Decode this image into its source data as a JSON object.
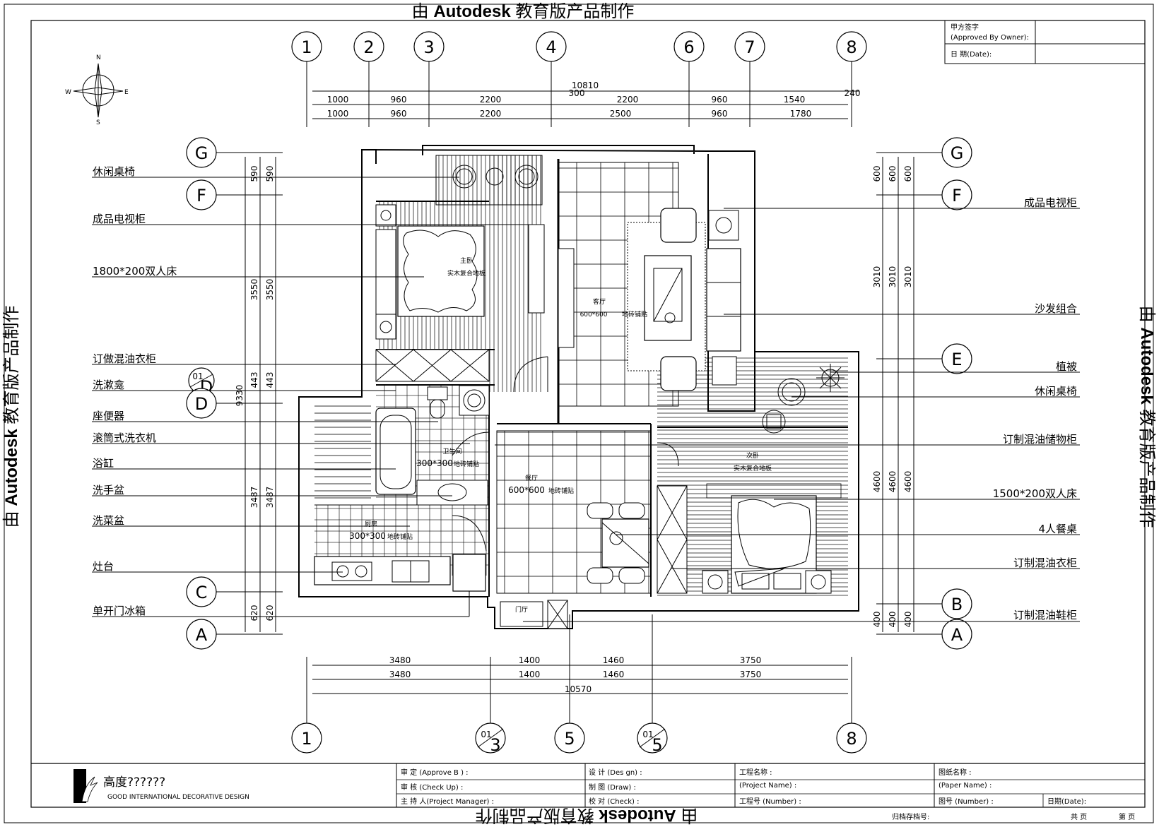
{
  "watermark": {
    "text_pre": "由 ",
    "brand": "Autodesk",
    "text_post": " 教育版产品制作"
  },
  "compass": {
    "n": "N",
    "s": "S",
    "e": "E",
    "w": "W"
  },
  "grid_top": [
    "1",
    "2",
    "3",
    "4",
    "6",
    "7",
    "8"
  ],
  "grid_bottom": [
    "1",
    "01",
    "3",
    "5",
    "01",
    "5",
    "8"
  ],
  "grid_left": [
    "G",
    "F",
    "01",
    "D",
    "D",
    "C",
    "A"
  ],
  "grid_right": [
    "G",
    "F",
    "E",
    "B",
    "A"
  ],
  "dims_top": {
    "overall": "10810",
    "row1": [
      "1000",
      "960",
      "2200",
      "300",
      "2200",
      "960",
      "1540",
      "240"
    ],
    "row2": [
      "1000",
      "960",
      "2200",
      "2500",
      "960",
      "1780"
    ]
  },
  "dims_bottom": {
    "row1": [
      "3480",
      "1400",
      "1460",
      "3750"
    ],
    "row2": [
      "3480",
      "1400",
      "1460",
      "3750"
    ],
    "overall": "10570"
  },
  "dims_left": [
    "590",
    "590",
    "3550",
    "3550",
    "9330",
    "443",
    "443",
    "3487",
    "3487",
    "620",
    "620"
  ],
  "dims_right": [
    "600",
    "600",
    "600",
    "3010",
    "3010",
    "3010",
    "4600",
    "4600",
    "4600",
    "400",
    "400",
    "400"
  ],
  "labels_left": [
    "休闲桌椅",
    "成品电视柜",
    "1800*200双人床",
    "订做混油衣柜",
    "洗漱龛",
    "座便器",
    "滚筒式洗衣机",
    "浴缸",
    "洗手盆",
    "洗菜盆",
    "灶台",
    "单开门冰箱"
  ],
  "labels_right": [
    "成品电视柜",
    "沙发组合",
    "植被",
    "休闲桌椅",
    "订制混油储物柜",
    "1500*200双人床",
    "4人餐桌",
    "订制混油衣柜",
    "订制混油鞋柜"
  ],
  "rooms": {
    "master": "主卧",
    "master_floor": "实木复合地板",
    "living": "客厅",
    "living_floor": "600*600",
    "living_tile": "地砖铺贴",
    "bath": "卫生间",
    "bath_floor": "300*300",
    "bath_tile": "地砖铺贴",
    "kitchen": "厨房",
    "kitchen_floor": "300*300",
    "kitchen_tile": "地砖铺贴",
    "dining": "餐厅",
    "dining_floor": "600*600",
    "dining_tile": "地砖铺贴",
    "second": "次卧",
    "second_floor": "实木复合地板",
    "entry": "门厅"
  },
  "title_block": {
    "owner_sign": "甲方签字",
    "owner_sign_en": "(Approved By Owner):",
    "date": "日 期(Date):",
    "company_cn": "高度??????",
    "company_en": "GOOD INTERNATIONAL DECORATIVE DESIGN",
    "approve": "审 定 (Approve B ) :",
    "check": "审 核 (Check Up) :",
    "manager": "主 持 人(Project Manager) :",
    "design": "设 计 (Des gn) :",
    "draw": "制 图 (Draw) :",
    "checked": "校 对 (Check) :",
    "project_name": "工程名称 :",
    "project_name_en": "(Project Name) :",
    "project_no": "工程号 (Number) :",
    "paper_name": "图纸名称 :",
    "paper_name_en": "(Paper Name) :",
    "paper_no": "图号 (Number) :",
    "paper_date": "日期(Date):",
    "archive": "归档存档号:",
    "total": "共 页",
    "page": "第 页"
  }
}
